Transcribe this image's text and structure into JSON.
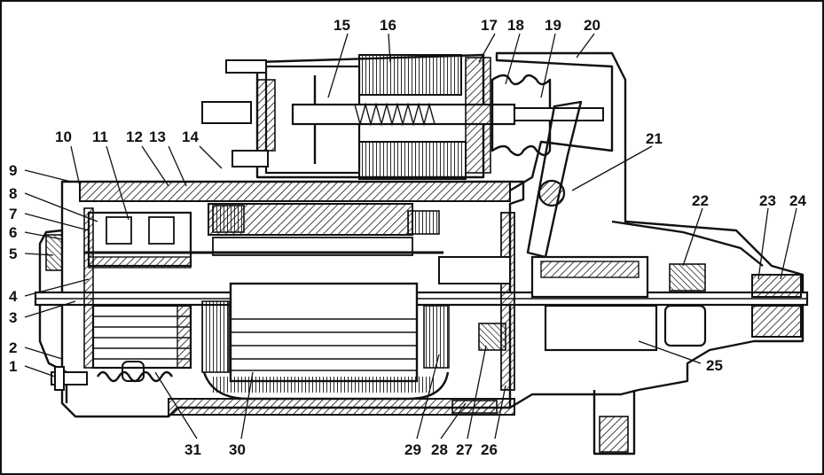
{
  "figure": {
    "background": "#ffffff",
    "ink": "#111111",
    "labels": [
      {
        "id": "1",
        "text": "1"
      },
      {
        "id": "2",
        "text": "2"
      },
      {
        "id": "3",
        "text": "3"
      },
      {
        "id": "4",
        "text": "4"
      },
      {
        "id": "5",
        "text": "5"
      },
      {
        "id": "6",
        "text": "6"
      },
      {
        "id": "7",
        "text": "7"
      },
      {
        "id": "8",
        "text": "8"
      },
      {
        "id": "9",
        "text": "9"
      },
      {
        "id": "10",
        "text": "10"
      },
      {
        "id": "11",
        "text": "11"
      },
      {
        "id": "12",
        "text": "12"
      },
      {
        "id": "13",
        "text": "13"
      },
      {
        "id": "14",
        "text": "14"
      },
      {
        "id": "15",
        "text": "15"
      },
      {
        "id": "16",
        "text": "16"
      },
      {
        "id": "17",
        "text": "17"
      },
      {
        "id": "18",
        "text": "18"
      },
      {
        "id": "19",
        "text": "19"
      },
      {
        "id": "20",
        "text": "20"
      },
      {
        "id": "21",
        "text": "21"
      },
      {
        "id": "22",
        "text": "22"
      },
      {
        "id": "23",
        "text": "23"
      },
      {
        "id": "24",
        "text": "24"
      },
      {
        "id": "25",
        "text": "25"
      },
      {
        "id": "26",
        "text": "26"
      },
      {
        "id": "27",
        "text": "27"
      },
      {
        "id": "28",
        "text": "28"
      },
      {
        "id": "29",
        "text": "29"
      },
      {
        "id": "30",
        "text": "30"
      },
      {
        "id": "31",
        "text": "31"
      }
    ]
  }
}
